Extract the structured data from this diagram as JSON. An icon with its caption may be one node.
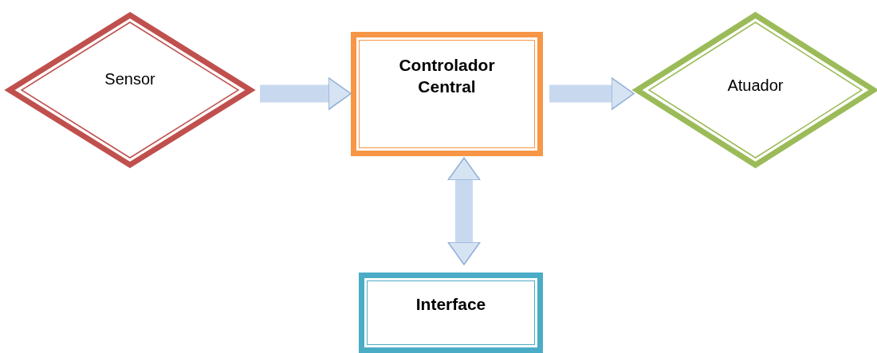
{
  "diagram": {
    "nodes": [
      {
        "text": [
          "Sensor"
        ]
      },
      {
        "text": [
          "Controlador Central"
        ]
      },
      {
        "text": [
          "Atuador"
        ]
      },
      {
        "text": [
          "Interface"
        ]
      }
    ],
    "edges": [
      {
        "from": 0,
        "to": 1,
        "arrow": "to"
      },
      {
        "from": 1,
        "to": 2,
        "arrow": "to"
      },
      {
        "from": 1,
        "to": 3,
        "arrow": "both"
      }
    ]
  }
}
